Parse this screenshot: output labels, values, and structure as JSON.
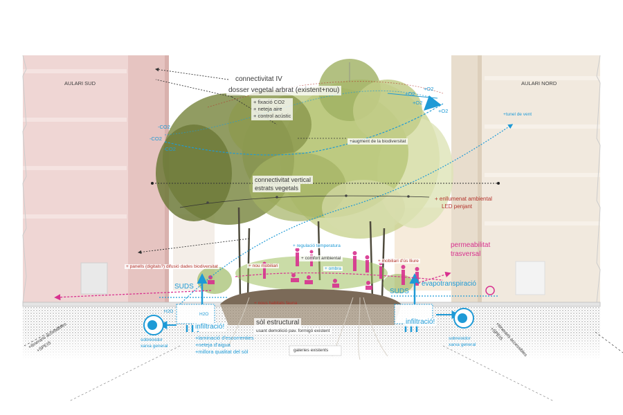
{
  "buildings": {
    "left": "AULARI SUD",
    "right": "AULARI NORD"
  },
  "canopy": {
    "title1": "connectivitat IV",
    "title2": "dosser vegetal arbrat (existent+nou)",
    "benefits": [
      "+ fixació CO2",
      "+ neteja aire",
      "+ control acústic"
    ]
  },
  "vertical": {
    "line1": "connectivitat vertical",
    "line2": "estrats vegetals"
  },
  "gases": {
    "co2": [
      "-CO2",
      "-CO2",
      "-CO2"
    ],
    "o2": [
      "+O2",
      "+O2",
      "+O2",
      "+O2"
    ]
  },
  "labels": {
    "biodiversity": "+augment de la biodiversitat",
    "wind_tunnel": "+tunel de vent",
    "lighting1": "+ enllumenat ambiental",
    "lighting2": "LED penjant",
    "panels": "+ panells (digitals?) difusió dades biodiversitat",
    "temperature": "+ regulació temperatura",
    "comfort": "+ comfort ambiental",
    "shade": "+ ombra",
    "furniture": "+ nou mobiliari",
    "free_use": "+ mobiliari d'ús lliure",
    "habitats": "+ nous habitats fauna",
    "permeability1": "permeabilitat",
    "permeability2": "trasversal",
    "evapotranspiration": "evapotranspiració",
    "suds_left": "SUDS",
    "suds_right": "SUDS",
    "h2o": [
      "H2O",
      "H2O"
    ],
    "infiltration_left": "infiltració!",
    "infiltration_right": "infiltració!",
    "water_benefits": [
      "+laminació d'escorrenties",
      "+neteja d'aigua",
      "+millora qualitat del sòl"
    ],
    "soil_title": "sòl estructural",
    "soil_sub": "usant demolició pav. formigó existent",
    "galleries": "galeries existents",
    "overflow_left1": "sobreixidor",
    "overflow_left2": "xarxa general",
    "overflow_right1": "sobreixidor",
    "overflow_right2": "xarxa general",
    "itinerary_left1": "+itineraris accessibles",
    "itinerary_left2": "+SPEIS",
    "itinerary_right1": "+itineraris accessibles",
    "itinerary_right2": "+SPEIS"
  },
  "colors": {
    "building_left": "#efd6d4",
    "building_right": "#f1e9de",
    "tree_dark": "#6f7d3c",
    "tree_light": "#b9c77a",
    "accent_blue": "#1e9ad6",
    "accent_magenta": "#d8318f",
    "accent_red": "#b3322a",
    "soil": "#7b6a58"
  }
}
